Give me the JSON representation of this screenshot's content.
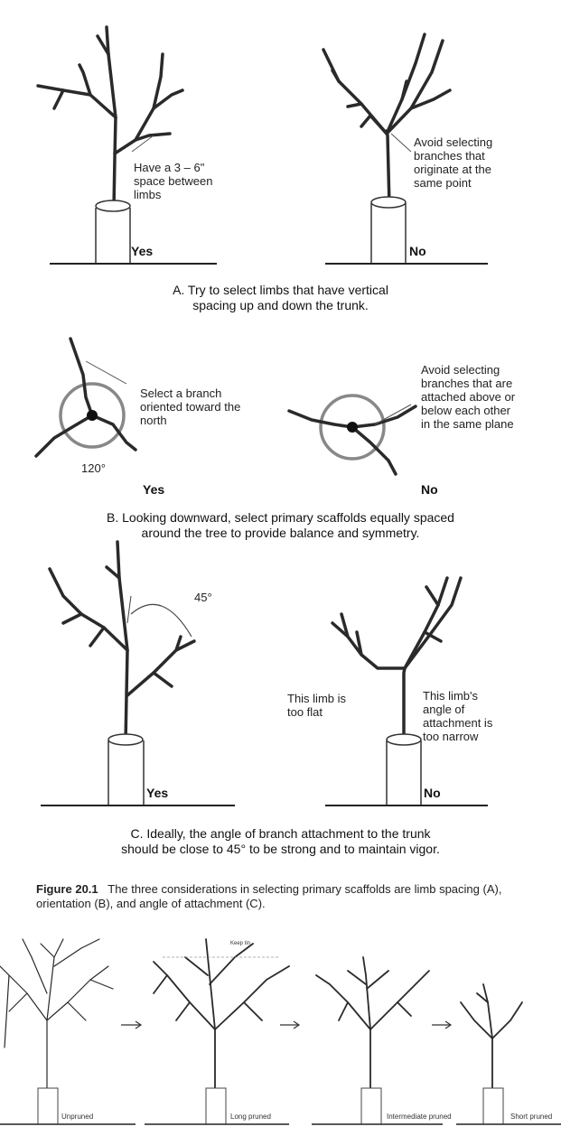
{
  "section_a": {
    "left_label": "Have a 3 – 6\" space between limbs",
    "right_label": "Avoid selecting branches that originate at the same point",
    "yes": "Yes",
    "no": "No",
    "caption_line1": "A. Try to select limbs that have vertical",
    "caption_line2": "spacing up and down the trunk."
  },
  "section_b": {
    "left_label": "Select a branch oriented toward the north",
    "angle_label": "120°",
    "right_label": "Avoid selecting branches that are attached above or below each other in the same plane",
    "yes": "Yes",
    "no": "No",
    "caption_line1": "B. Looking downward, select primary scaffolds equally spaced",
    "caption_line2": "around the tree to provide balance and symmetry."
  },
  "section_c": {
    "angle_label": "45°",
    "flat_label": "This limb is too flat",
    "narrow_label": "This limb's angle of attachment is too narrow",
    "yes": "Yes",
    "no": "No",
    "caption_line1": "C. Ideally, the angle of branch attachment to the trunk",
    "caption_line2": "should be close to 45° to be strong and to maintain vigor."
  },
  "figure_caption": {
    "number": "Figure 20.1",
    "text": "The three considerations in selecting primary scaffolds are limb spacing (A), orientation (B), and angle of attachment (C)."
  },
  "pruning_sequence": {
    "stage1": "Unpruned",
    "stage2": "Long pruned",
    "stage2_note": "Keep tin",
    "stage3": "Intermediate pruned",
    "stage4": "Short pruned"
  }
}
